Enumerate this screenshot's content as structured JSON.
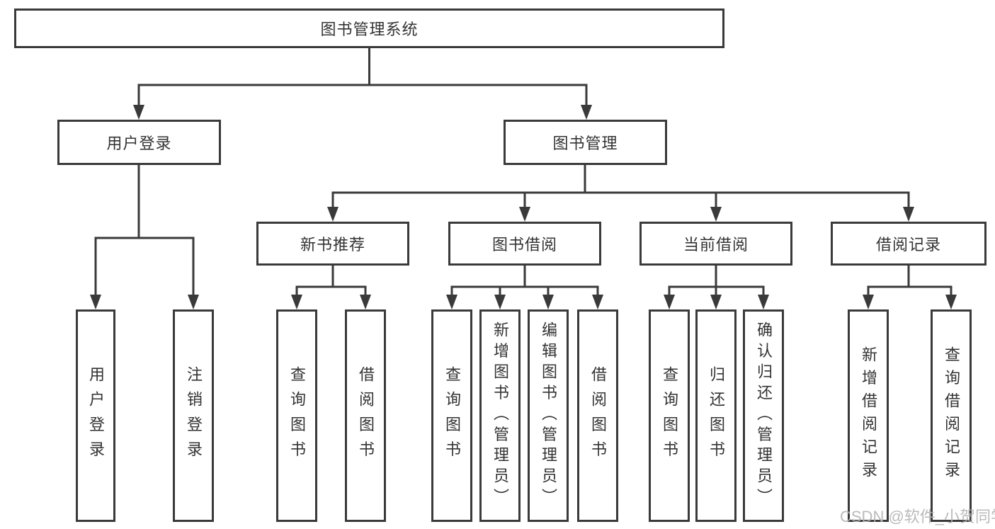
{
  "tree": {
    "root": "图书管理系统",
    "level2": {
      "user": "用户登录",
      "book": "图书管理"
    },
    "user_children": [
      "用户登录",
      "注销登录"
    ],
    "book_groups": [
      {
        "label": "新书推荐",
        "children": [
          "查询图书",
          "借阅图书"
        ]
      },
      {
        "label": "图书借阅",
        "children": [
          "查询图书",
          "新增图书（管理员）",
          "编辑图书（管理员）",
          "借阅图书"
        ]
      },
      {
        "label": "当前借阅",
        "children": [
          "查询图书",
          "归还图书",
          "确认归还（管理员）"
        ]
      },
      {
        "label": "借阅记录",
        "children": [
          "新增借阅记录",
          "查询借阅记录"
        ]
      }
    ]
  },
  "watermark": "CSDN @软件_小贺同学",
  "colors": {
    "line": "#3a3a3a",
    "text": "#333333",
    "background": "#ffffff",
    "watermark": "#b2b2b2"
  }
}
